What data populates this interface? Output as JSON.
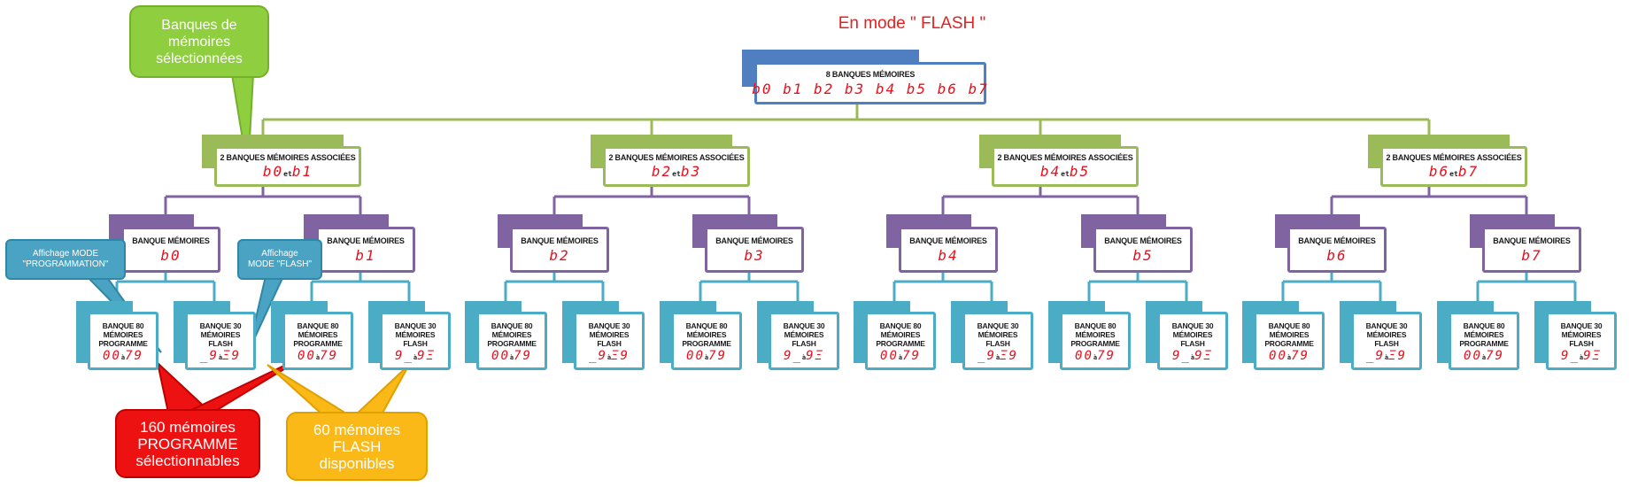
{
  "title": "En mode \" FLASH \"",
  "root": {
    "label": "8 BANQUES MÉMOIRES",
    "code": "b0 b1 b2 b3 b4 b5 b6 b7"
  },
  "groups": [
    {
      "label": "2 BANQUES MÉMOIRES  ASSOCIÉES",
      "code_a": "b0",
      "et": "et",
      "code_b": "b1",
      "banks": [
        {
          "label": "BANQUE MÉMOIRES",
          "code": "b0",
          "cells": [
            {
              "label": "BANQUE 80\nMÉMOIRES\nPROGRAMME",
              "from": "00",
              "to": "79",
              "a": "à"
            },
            {
              "label": "BANQUE 30\nMÉMOIRES\nFLASH",
              "from": "_9",
              "to": "Ξ9",
              "a": "à"
            }
          ]
        },
        {
          "label": "BANQUE MÉMOIRES",
          "code": "b1",
          "cells": [
            {
              "label": "BANQUE 80\nMÉMOIRES\nPROGRAMME",
              "from": "00",
              "to": "79",
              "a": "à"
            },
            {
              "label": "BANQUE 30\nMÉMOIRES\nFLASH",
              "from": "9_",
              "to": "9Ξ",
              "a": "à"
            }
          ]
        }
      ]
    },
    {
      "label": "2 BANQUES MÉMOIRES  ASSOCIÉES",
      "code_a": "b2",
      "et": "et",
      "code_b": "b3",
      "banks": [
        {
          "label": "BANQUE MÉMOIRES",
          "code": "b2",
          "cells": [
            {
              "label": "BANQUE 80\nMÉMOIRES\nPROGRAMME",
              "from": "00",
              "to": "79",
              "a": "à"
            },
            {
              "label": "BANQUE 30\nMÉMOIRES\nFLASH",
              "from": "_9",
              "to": "Ξ9",
              "a": "à"
            }
          ]
        },
        {
          "label": "BANQUE MÉMOIRES",
          "code": "b3",
          "cells": [
            {
              "label": "BANQUE 80\nMÉMOIRES\nPROGRAMME",
              "from": "00",
              "to": "79",
              "a": "à"
            },
            {
              "label": "BANQUE 30\nMÉMOIRES\nFLASH",
              "from": "9_",
              "to": "9Ξ",
              "a": "à"
            }
          ]
        }
      ]
    },
    {
      "label": "2 BANQUES MÉMOIRES  ASSOCIÉES",
      "code_a": "b4",
      "et": "et",
      "code_b": "b5",
      "banks": [
        {
          "label": "BANQUE MÉMOIRES",
          "code": "b4",
          "cells": [
            {
              "label": "BANQUE 80\nMÉMOIRES\nPROGRAMME",
              "from": "00",
              "to": "79",
              "a": "à"
            },
            {
              "label": "BANQUE 30\nMÉMOIRES\nFLASH",
              "from": "_9",
              "to": "Ξ9",
              "a": "à"
            }
          ]
        },
        {
          "label": "BANQUE MÉMOIRES",
          "code": "b5",
          "cells": [
            {
              "label": "BANQUE 80\nMÉMOIRES\nPROGRAMME",
              "from": "00",
              "to": "79",
              "a": "à"
            },
            {
              "label": "BANQUE 30\nMÉMOIRES\nFLASH",
              "from": "9_",
              "to": "9Ξ",
              "a": "à"
            }
          ]
        }
      ]
    },
    {
      "label": "2 BANQUES MÉMOIRES  ASSOCIÉES",
      "code_a": "b6",
      "et": "et",
      "code_b": "b7",
      "banks": [
        {
          "label": "BANQUE MÉMOIRES",
          "code": "b6",
          "cells": [
            {
              "label": "BANQUE 80\nMÉMOIRES\nPROGRAMME",
              "from": "00",
              "to": "79",
              "a": "à"
            },
            {
              "label": "BANQUE 30\nMÉMOIRES\nFLASH",
              "from": "_9",
              "to": "Ξ9",
              "a": "à"
            }
          ]
        },
        {
          "label": "BANQUE MÉMOIRES",
          "code": "b7",
          "cells": [
            {
              "label": "BANQUE 80\nMÉMOIRES\nPROGRAMME",
              "from": "00",
              "to": "79",
              "a": "à"
            },
            {
              "label": "BANQUE 30\nMÉMOIRES\nFLASH",
              "from": "9_",
              "to": "9Ξ",
              "a": "à"
            }
          ]
        }
      ]
    }
  ],
  "callouts": {
    "selected_banks": "Banques de\nmémoires\nsélectionnées",
    "prog_mode": "Affichage MODE\n\"PROGRAMMATION\"",
    "flash_mode": "Affichage\nMODE \"FLASH\"",
    "program_count": "160 mémoires\nPROGRAMME\nsélectionnables",
    "flash_count": "60 mémoires\nFLASH\ndisponibles"
  },
  "colors": {
    "root": "#4f7fc1",
    "level1": "#9bbb59",
    "level2": "#8064a2",
    "level3": "#4bacc6",
    "title": "#e52020",
    "display": "#e8101c",
    "callout_green": "#8fce3e",
    "callout_blue": "#4aa3c2",
    "callout_red": "#ee1111",
    "callout_orange": "#fbb917"
  }
}
